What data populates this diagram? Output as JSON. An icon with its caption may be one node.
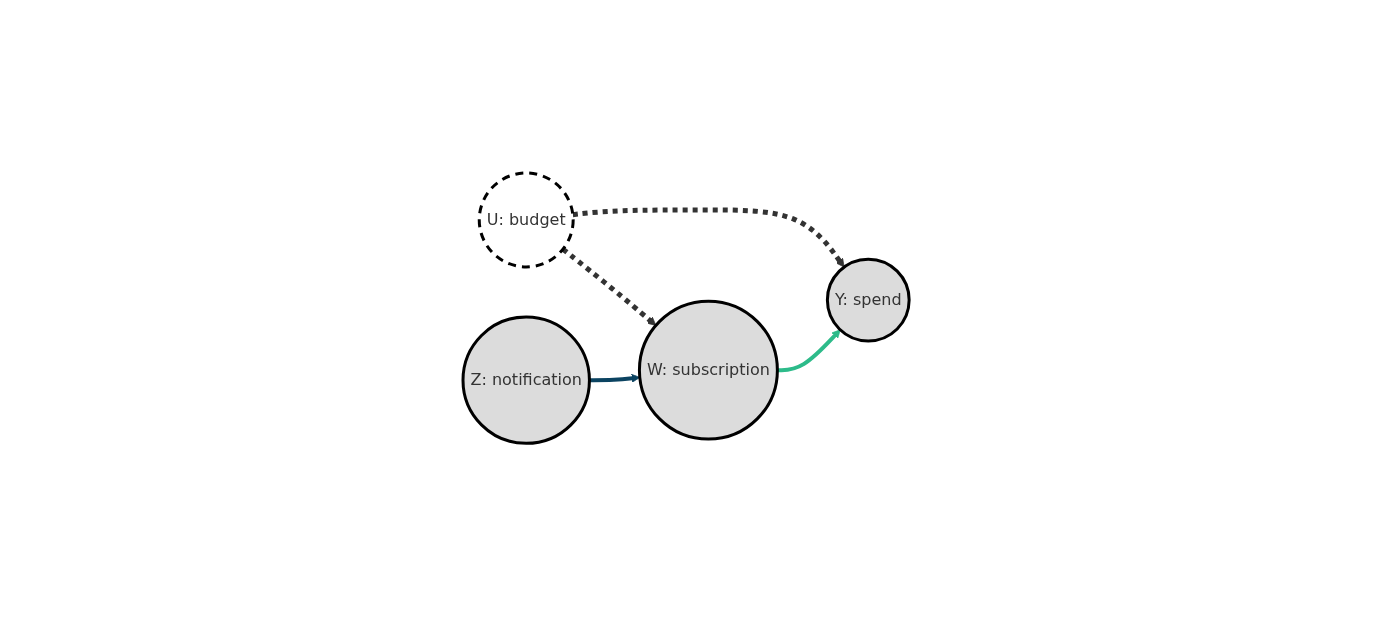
{
  "diagram": {
    "nodes": [
      {
        "text": [
          "U: budget"
        ]
      },
      {
        "text": [
          "Z: notification"
        ]
      },
      {
        "text": [
          "W: subscription"
        ]
      },
      {
        "text": [
          "Y: spend"
        ]
      }
    ],
    "edges": [
      {
        "from": 0,
        "to": 2,
        "arrow": "to",
        "style": "dashed"
      },
      {
        "from": 0,
        "to": 3,
        "arrow": "to",
        "style": "dashed"
      },
      {
        "from": 1,
        "to": 2,
        "arrow": "to",
        "color": "#0b4361"
      },
      {
        "from": 2,
        "to": 3,
        "arrow": "to",
        "color": "#2dbb8a"
      }
    ]
  }
}
